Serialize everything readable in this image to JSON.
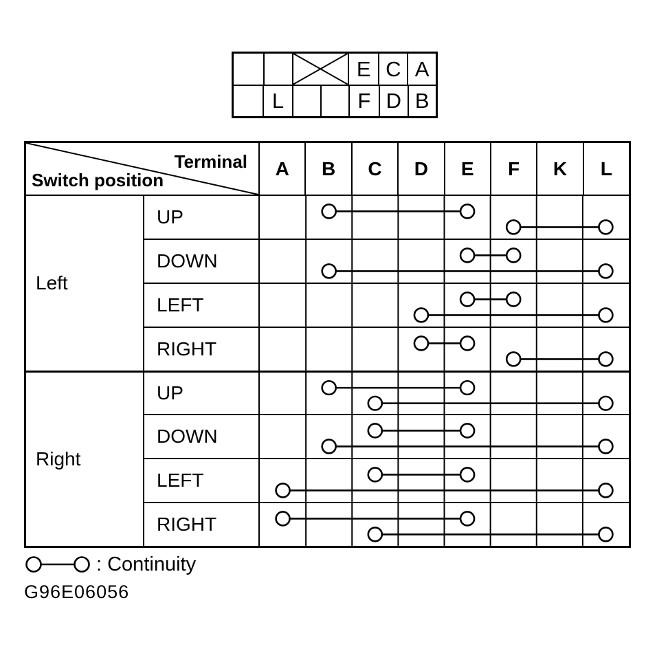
{
  "page": {
    "background": "#ffffff",
    "ink": "#000000"
  },
  "connector": {
    "rows": [
      {
        "cells": [
          "",
          "",
          "",
          "E",
          "C",
          "A"
        ]
      },
      {
        "cells": [
          "",
          "L",
          "",
          "",
          "F",
          "D",
          "B"
        ]
      }
    ],
    "cross_cell": {
      "row": 0,
      "cell": 2
    }
  },
  "table": {
    "corner": {
      "top_right": "Terminal",
      "bottom_left": "Switch position"
    },
    "terminals": [
      "A",
      "B",
      "C",
      "D",
      "E",
      "F",
      "K",
      "L"
    ],
    "groups": [
      {
        "label": "Left",
        "rows": [
          {
            "label": "UP",
            "pairs": [
              {
                "from": "B",
                "to": "E",
                "level": "upper"
              },
              {
                "from": "F",
                "to": "L",
                "level": "lower"
              }
            ]
          },
          {
            "label": "DOWN",
            "pairs": [
              {
                "from": "E",
                "to": "F",
                "level": "upper"
              },
              {
                "from": "B",
                "to": "L",
                "level": "lower"
              }
            ]
          },
          {
            "label": "LEFT",
            "pairs": [
              {
                "from": "E",
                "to": "F",
                "level": "upper"
              },
              {
                "from": "D",
                "to": "L",
                "level": "lower"
              }
            ]
          },
          {
            "label": "RIGHT",
            "pairs": [
              {
                "from": "D",
                "to": "E",
                "level": "upper"
              },
              {
                "from": "F",
                "to": "L",
                "level": "lower"
              }
            ]
          }
        ]
      },
      {
        "label": "Right",
        "rows": [
          {
            "label": "UP",
            "pairs": [
              {
                "from": "B",
                "to": "E",
                "level": "upper"
              },
              {
                "from": "C",
                "to": "L",
                "level": "lower"
              }
            ]
          },
          {
            "label": "DOWN",
            "pairs": [
              {
                "from": "C",
                "to": "E",
                "level": "upper"
              },
              {
                "from": "B",
                "to": "L",
                "level": "lower"
              }
            ]
          },
          {
            "label": "LEFT",
            "pairs": [
              {
                "from": "C",
                "to": "E",
                "level": "upper"
              },
              {
                "from": "A",
                "to": "L",
                "level": "lower"
              }
            ]
          },
          {
            "label": "RIGHT",
            "pairs": [
              {
                "from": "A",
                "to": "E",
                "level": "upper"
              },
              {
                "from": "C",
                "to": "L",
                "level": "lower"
              }
            ]
          }
        ]
      }
    ]
  },
  "legend": {
    "symbol": "continuity-symbol",
    "text": ": Continuity"
  },
  "footer": {
    "figure_code": "G96E06056"
  }
}
